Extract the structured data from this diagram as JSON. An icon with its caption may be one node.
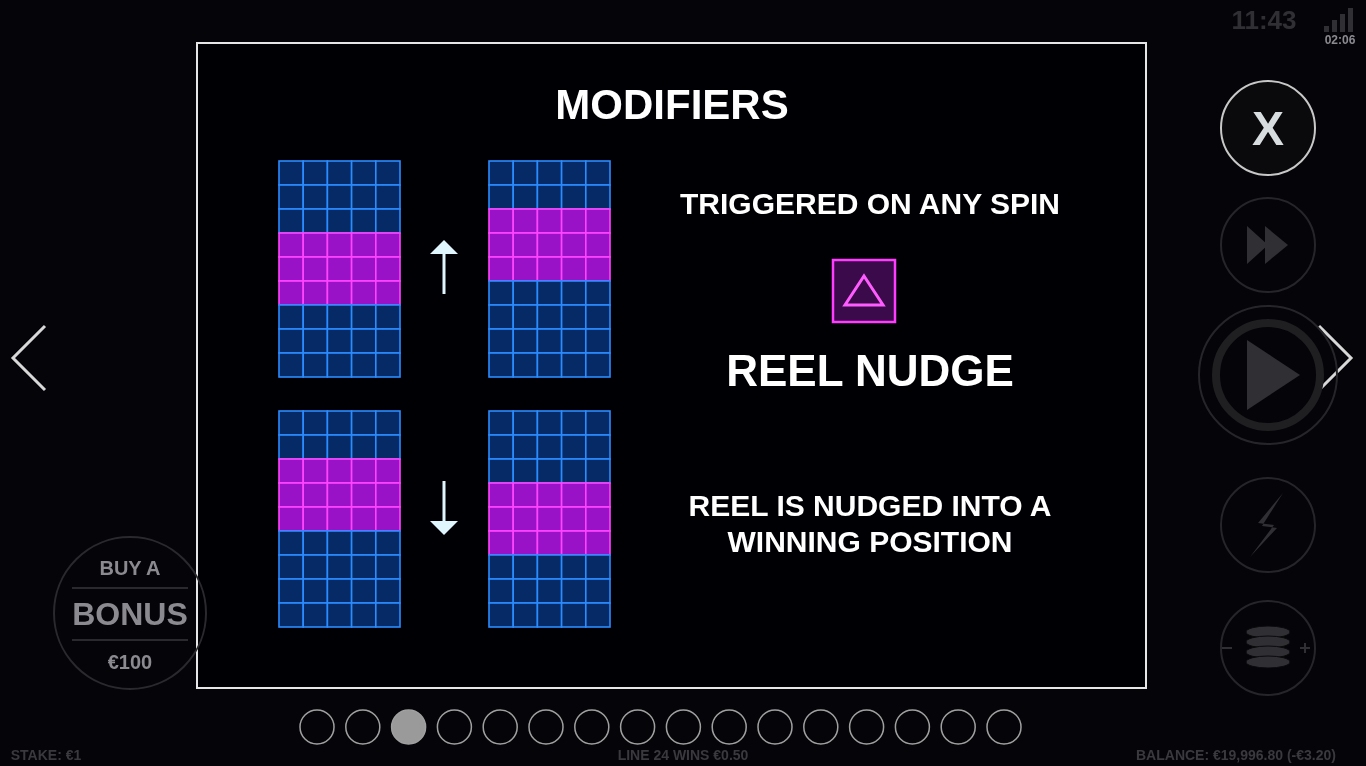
{
  "diagram": {
    "title": "MODIFIERS",
    "labels": [
      "TRIGGERED ON ANY SPIN",
      "REEL NUDGE",
      "REEL IS NUDGED INTO A WINNING POSITION",
      "11:43",
      "02:06",
      "X",
      "BUY A",
      "BONUS",
      "€100",
      "STAKE: €1",
      "LINE 24 WINS €0.50",
      "BALANCE: €19,996.80 (-€3.20)"
    ]
  }
}
